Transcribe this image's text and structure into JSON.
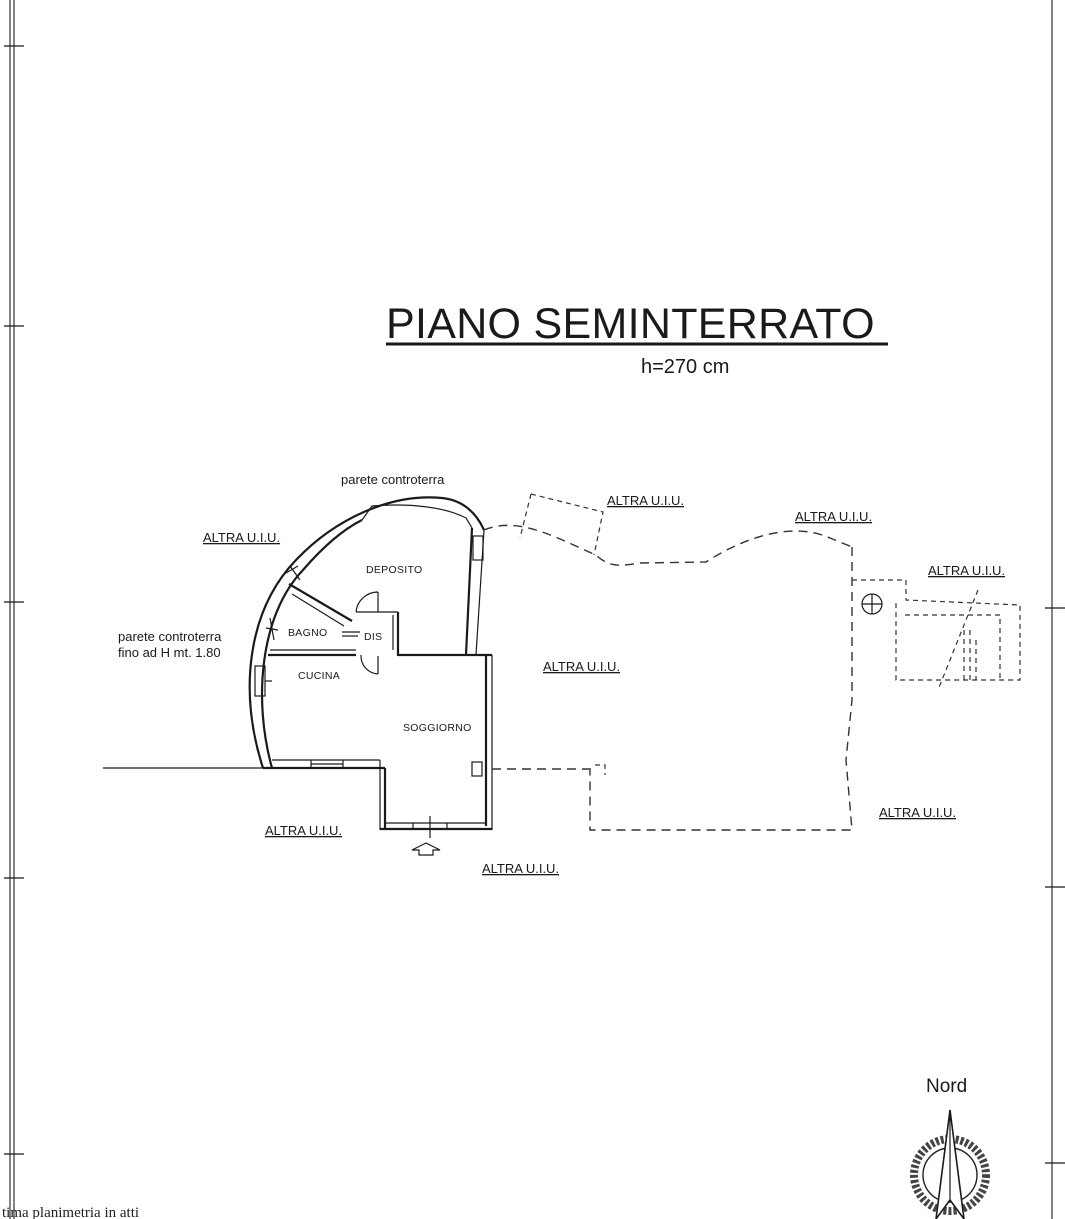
{
  "title": "PIANO SEMINTERRATO",
  "height_note": "h=270 cm",
  "labels": {
    "parete_top": "parete controterra",
    "parete_side_line1": "parete controterra",
    "parete_side_line2": "fino ad H mt. 1.80",
    "altra_uiu": "ALTRA U.I.U."
  },
  "rooms": {
    "deposito": "DEPOSITO",
    "bagno": "BAGNO",
    "dis": "DIS",
    "cucina": "CUCINA",
    "soggiorno": "SOGGIORNO"
  },
  "compass": {
    "label": "Nord"
  },
  "footer_note": "tima planimetria in atti"
}
